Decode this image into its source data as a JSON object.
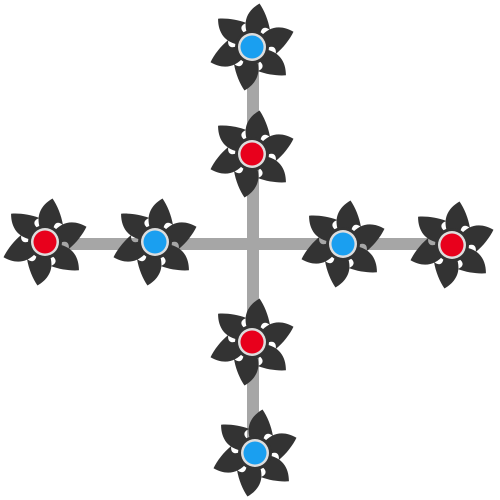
{
  "colors": {
    "background": "#ffffff",
    "cross_bar": "#a6a6a6",
    "blade": "#333333",
    "hub_ring": "#dddddd",
    "cw": "#e8001c",
    "ccw": "#1a9ff0"
  },
  "rotors": [
    {
      "id": "top-outer",
      "direction": "ccw"
    },
    {
      "id": "top-inner",
      "direction": "cw"
    },
    {
      "id": "left-outer",
      "direction": "cw"
    },
    {
      "id": "left-inner",
      "direction": "ccw"
    },
    {
      "id": "right-inner",
      "direction": "ccw"
    },
    {
      "id": "right-outer",
      "direction": "cw"
    },
    {
      "id": "bottom-inner",
      "direction": "cw"
    },
    {
      "id": "bottom-outer",
      "direction": "ccw"
    }
  ]
}
